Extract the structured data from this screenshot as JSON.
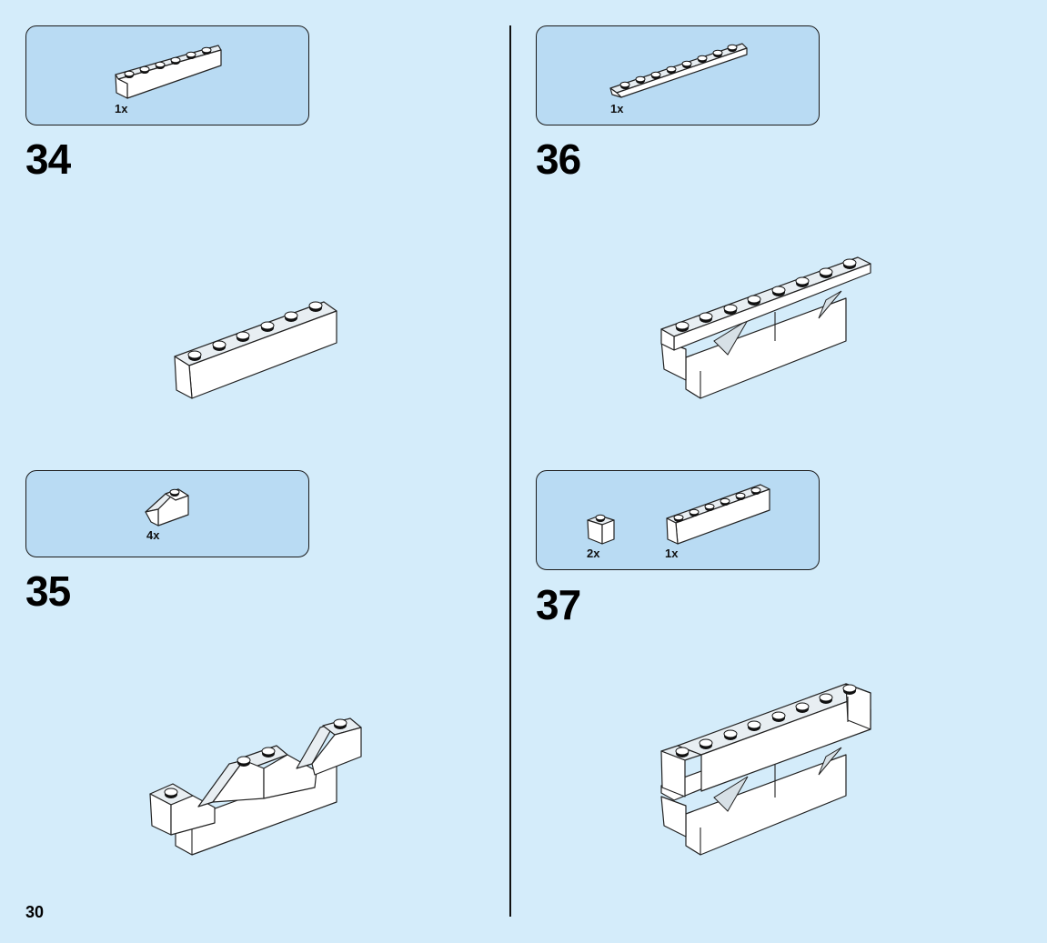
{
  "page": {
    "number": "30"
  },
  "steps": [
    {
      "number": "34",
      "parts": [
        {
          "qty": "1x",
          "part": "brick-1x6-white"
        }
      ]
    },
    {
      "number": "35",
      "parts": [
        {
          "qty": "4x",
          "part": "slope-1x2-white"
        }
      ]
    },
    {
      "number": "36",
      "parts": [
        {
          "qty": "1x",
          "part": "plate-1x8-white"
        }
      ]
    },
    {
      "number": "37",
      "parts": [
        {
          "qty": "2x",
          "part": "brick-1x1-white"
        },
        {
          "qty": "1x",
          "part": "brick-1x6-white"
        }
      ]
    }
  ],
  "colors": {
    "page_bg": "#d4ecfa",
    "callout_bg": "#b9dbf3",
    "brick": "#ffffff",
    "outline": "#111111"
  }
}
